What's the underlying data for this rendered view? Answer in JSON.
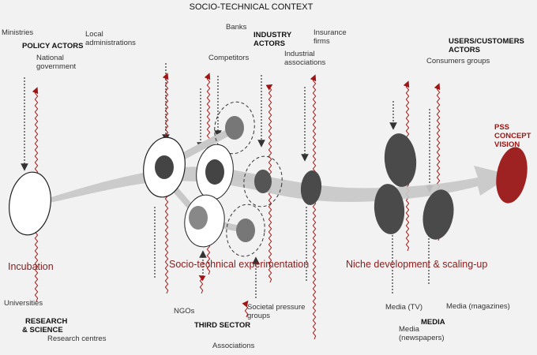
{
  "title": "SOCIO-TECHNICAL CONTEXT",
  "top_actors": {
    "ministries": "Ministries",
    "policy_actors": "POLICY ACTORS",
    "national_government": [
      "National",
      "government"
    ],
    "local_administrations": [
      "Local",
      "administrations"
    ],
    "banks": "Banks",
    "competitors": "Competitors",
    "industry_actors": [
      "INDUSTRY",
      "ACTORS"
    ],
    "insurance_firms": [
      "Insurance",
      "firms"
    ],
    "industrial_associations": [
      "Industrial",
      "associations"
    ],
    "users_customers_actors": [
      "USERS/CUSTOMERS",
      "ACTORS"
    ],
    "consumers_groups": "Consumers groups"
  },
  "phases": {
    "incubation": "Incubation",
    "experimentation": "Socio-technical experimentation",
    "niche": "Niche development & scaling-up"
  },
  "vision": [
    "PSS",
    "CONCEPT",
    "VISION"
  ],
  "bottom_actors": {
    "universities": "Universities",
    "research_science": [
      "RESEARCH",
      "& SCIENCE"
    ],
    "research_centres": "Research centres",
    "ngos": "NGOs",
    "third_sector": "THIRD SECTOR",
    "associations": "Associations",
    "societal_pressure_groups": [
      "Societal pressure",
      "groups"
    ],
    "media_tv": "Media (TV)",
    "media_magazines": "Media (magazines)",
    "media": "MEDIA",
    "media_newspapers": [
      "Media",
      "(newspapers)"
    ]
  },
  "colors": {
    "background": "#f2f2f2",
    "red": "#a11414",
    "dark_gray": "#4a4a4a",
    "mid_gray": "#808080",
    "light_gray": "#c8c8c8"
  }
}
